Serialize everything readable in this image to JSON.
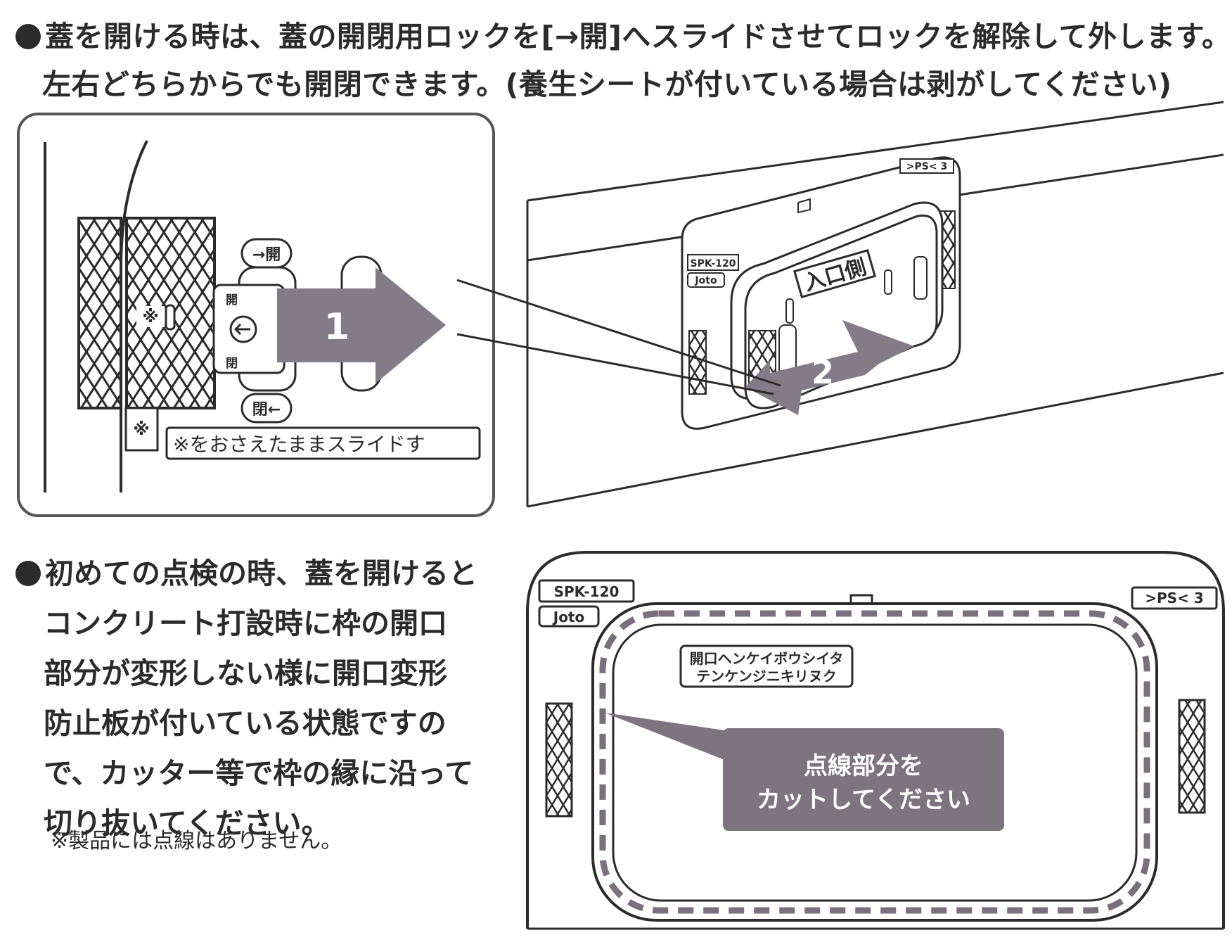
{
  "intro": {
    "line1": "蓋を開ける時は、蓋の開閉用ロックを[→開]へスライドさせてロックを解除して外します。",
    "line2": "左右どちらからでも開閉できます。(養生シートが付いている場合は剥がしてください)"
  },
  "detail_figure": {
    "open_label": "→開",
    "close_label": "閉←",
    "lock_open": "開",
    "lock_close": "閉",
    "press_mark": "※",
    "press_note": "※をおさえたままスライドす",
    "step1": "1"
  },
  "box_figure": {
    "model_code": "SPK-120",
    "brand": "Joto",
    "ps_mark": ">PS< 3",
    "inlet_label": "入口側",
    "step2": "2"
  },
  "cover_figure": {
    "model_code": "SPK-120",
    "brand": "Joto",
    "ps_mark": ">PS< 3",
    "inner_label_line1": "開口ヘンケイボウシイタ",
    "inner_label_line2": "テンケンジニキリヌク",
    "callout_line1": "点線部分を",
    "callout_line2": "カットしてください"
  },
  "inspection": {
    "lines": [
      "初めての点検の時、蓋を開けると",
      "コンクリート打設時に枠の開口",
      "部分が変形しない様に開口変形",
      "防止板が付いている状態ですの",
      "で、カッター等で枠の縁に沿って",
      "切り抜いてください。"
    ],
    "note": "※製品には点線はありません。"
  },
  "colors": {
    "callout_fill": "#7d7480",
    "arrow_fill": "#847b88",
    "line": "#2b2b2b",
    "dash": "#7a6f7c"
  }
}
